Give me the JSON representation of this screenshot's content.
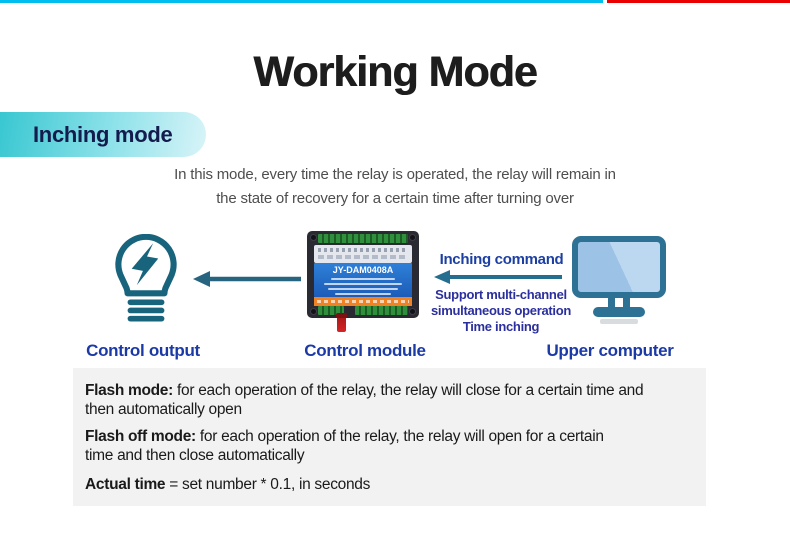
{
  "page": {
    "title": "Working Mode",
    "badge": "Inching mode",
    "description_line1": "In this mode, every time the relay is operated, the relay will remain in",
    "description_line2": "the state of recovery for a certain time after turning over"
  },
  "diagram": {
    "module_text": "JY-DAM0408A",
    "inching_command": "Inching command",
    "support_lines": [
      "Support multi-channel",
      "simultaneous operation",
      "Time inching"
    ],
    "labels": {
      "output": "Control output",
      "module": "Control module",
      "computer": "Upper computer"
    }
  },
  "notes": {
    "flash_mode_title": "Flash mode:",
    "flash_mode_body": " for each operation of the relay, the relay will close for a certain time and then automatically open",
    "flash_off_title": "Flash off mode:",
    "flash_off_body": " for each operation of the relay, the relay will open for a certain time and then close automatically",
    "actual_time_title": "Actual time",
    "actual_time_body": " = set number * 0.1, in seconds"
  },
  "colors": {
    "top_line_cyan": "#00bfef",
    "top_line_red": "#ea0000",
    "badge_teal": "#38c7d1",
    "badge_text_navy": "#141b4d",
    "label_blue": "#1c3aa6",
    "support_navy": "#2b2f9d",
    "icon_teal": "#236a87",
    "monitor_frame": "#2d7294",
    "notes_background": "#f2f2f2",
    "module_blue": "#2e80d8",
    "module_orange": "#f08223",
    "module_green": "#2f8f3c",
    "antenna_red": "#d62424"
  }
}
